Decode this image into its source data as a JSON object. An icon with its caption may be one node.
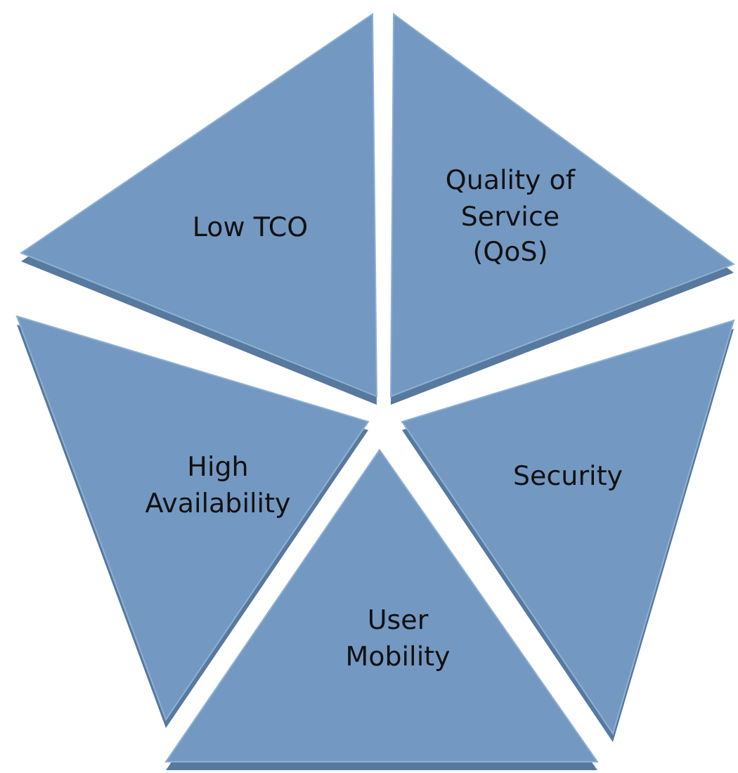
{
  "diagram": {
    "nodes": [
      {
        "text": [
          "Low TCO"
        ]
      },
      {
        "text": [
          "Quality of Service (QoS)"
        ]
      },
      {
        "text": [
          "High Availability"
        ]
      },
      {
        "text": [
          "Security"
        ]
      },
      {
        "text": [
          "User Mobility"
        ]
      }
    ]
  }
}
